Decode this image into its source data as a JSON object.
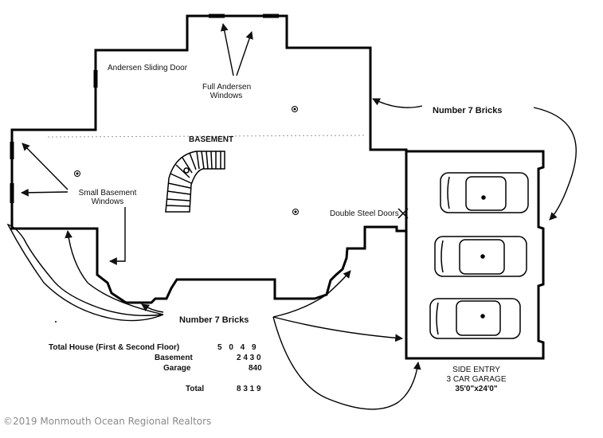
{
  "labels": {
    "andersen_sliding_door": "Andersen Sliding Door",
    "full_andersen_windows_1": "Full Andersen",
    "full_andersen_windows_2": "Windows",
    "basement": "BASEMENT",
    "number_7_bricks_top": "Number  7  Bricks",
    "small_basement_windows_1": "Small Basement",
    "small_basement_windows_2": "Windows",
    "double_steel_doors": "Double Steel Doors",
    "number_7_bricks_bottom": "Number  7  Bricks",
    "side_entry_1": "SIDE  ENTRY",
    "side_entry_2": "3  CAR  GARAGE",
    "side_entry_3": "35'0\"x24'0\""
  },
  "totals": {
    "house_label": "Total House (First & Second Floor)",
    "house_value": "5 0 4 9",
    "basement_label": "Basement",
    "basement_value": "2 4 3 0",
    "garage_label": "Garage",
    "garage_value": "840",
    "total_label": "Total",
    "total_value": "8 3 1 9"
  },
  "watermark": "©2019 Monmouth Ocean Regional Realtors"
}
